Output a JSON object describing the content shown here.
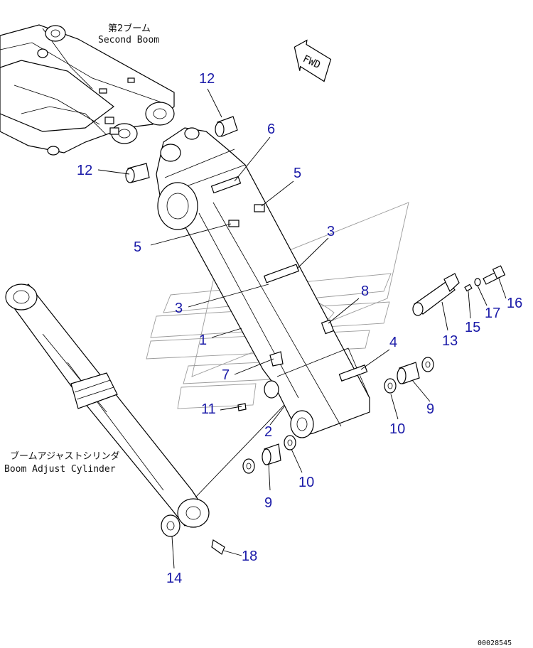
{
  "captions": {
    "second_boom_jp": "第2ブーム",
    "second_boom_en": "Second Boom",
    "cylinder_jp": "ブームアジャストシリンダ",
    "cylinder_en": "Boom Adjust Cylinder",
    "fwd": "FWD",
    "drawing_code": "00028545"
  },
  "callouts": [
    {
      "id": "c12a",
      "label": "12"
    },
    {
      "id": "c12b",
      "label": "12"
    },
    {
      "id": "c6",
      "label": "6"
    },
    {
      "id": "c5a",
      "label": "5"
    },
    {
      "id": "c5b",
      "label": "5"
    },
    {
      "id": "c3a",
      "label": "3"
    },
    {
      "id": "c3b",
      "label": "3"
    },
    {
      "id": "c8",
      "label": "8"
    },
    {
      "id": "c1",
      "label": "1"
    },
    {
      "id": "c4",
      "label": "4"
    },
    {
      "id": "c7",
      "label": "7"
    },
    {
      "id": "c11",
      "label": "11"
    },
    {
      "id": "c2",
      "label": "2"
    },
    {
      "id": "c13",
      "label": "13"
    },
    {
      "id": "c15",
      "label": "15"
    },
    {
      "id": "c16",
      "label": "16"
    },
    {
      "id": "c17",
      "label": "17"
    },
    {
      "id": "c9a",
      "label": "9"
    },
    {
      "id": "c10a",
      "label": "10"
    },
    {
      "id": "c10b",
      "label": "10"
    },
    {
      "id": "c9b",
      "label": "9"
    },
    {
      "id": "c14",
      "label": "14"
    },
    {
      "id": "c18",
      "label": "18"
    }
  ]
}
